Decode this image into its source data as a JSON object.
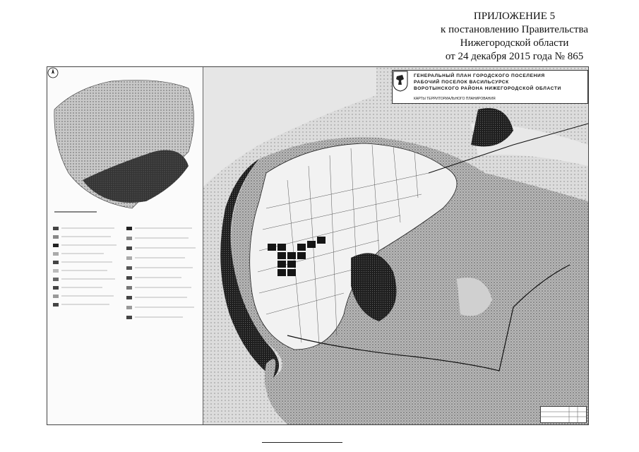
{
  "appendix": {
    "line1": "ПРИЛОЖЕНИЕ 5",
    "line2": "к постановлению Правительства",
    "line3": "Нижегородской области",
    "line4": "от 24 декабря 2015 года № 865"
  },
  "map": {
    "title_line1": "ГЕНЕРАЛЬНЫЙ ПЛАН ГОРОДСКОГО ПОСЕЛЕНИЯ",
    "title_line2": "РАБОЧИЙ ПОСЕЛОК ВАСИЛЬСУРСК",
    "title_line3": "ВОРОТЫНСКОГО РАЙОНА НИЖЕГОРОДСКОЙ ОБЛАСТИ",
    "title_sub": "КАРТЫ ТЕРРИТОРИАЛЬНОГО ПЛАНИРОВАНИЯ"
  },
  "colors": {
    "forest": "#7a7a7a",
    "dark_zone": "#2a2a2a",
    "river": "#d9d9d9",
    "built": "#f0f0f0",
    "line": "#111111"
  },
  "icons": [
    "coat-of-arms-icon",
    "north-arrow-icon"
  ]
}
